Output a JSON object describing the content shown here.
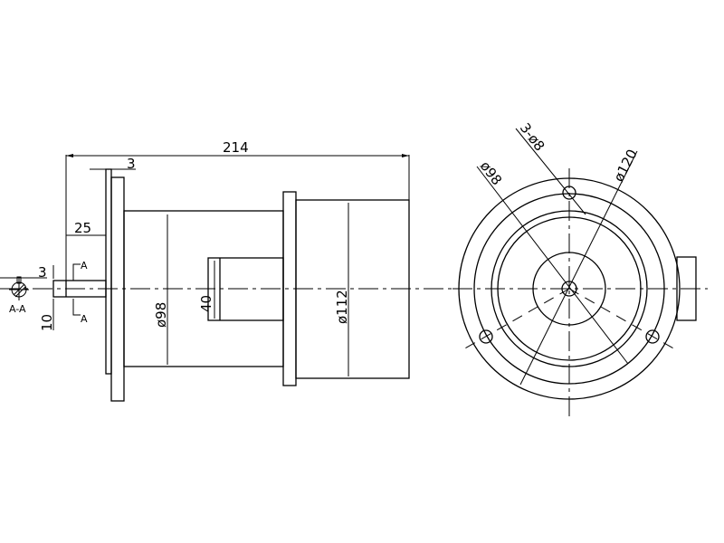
{
  "drawing": {
    "subject": "Motor outline dimension drawing",
    "side_view": {
      "dimensions": {
        "overall_length": "214",
        "flange_thickness": "3",
        "shaft_length": "25",
        "key_width": "3",
        "shaft_dim": "10",
        "body_diameter": "ø98",
        "box_height": "40",
        "rear_diameter": "ø112"
      },
      "section_labels": {
        "top": "A",
        "bottom": "A",
        "section_view": "A-A"
      }
    },
    "front_view": {
      "dimensions": {
        "bolt_circle": "ø98",
        "holes": "3-ø8",
        "outer_diameter": "ø120"
      }
    }
  }
}
